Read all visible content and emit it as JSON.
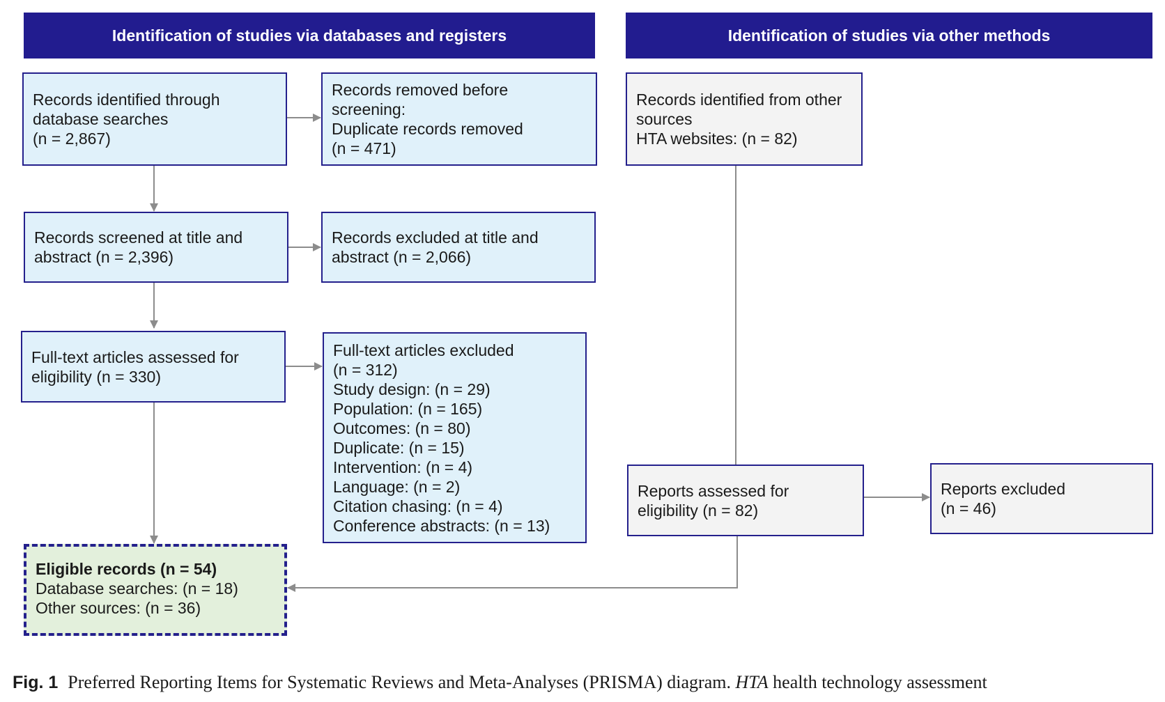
{
  "headers": {
    "left": "Identification of studies via databases and registers",
    "right": "Identification of studies via other methods"
  },
  "boxes": {
    "records_identified": [
      "Records identified through",
      "database searches",
      "(n = 2,867)"
    ],
    "records_removed": [
      "Records removed before",
      "screening:",
      "Duplicate records removed",
      "(n = 471)"
    ],
    "records_screened": [
      "Records screened at title and",
      "abstract (n = 2,396)"
    ],
    "records_excluded": [
      "Records excluded at title and",
      "abstract (n = 2,066)"
    ],
    "fulltext_assessed": [
      "Full-text articles assessed for",
      "eligibility (n = 330)"
    ],
    "fulltext_excluded": [
      "Full-text articles excluded",
      "(n = 312)",
      "Study design: (n = 29)",
      "Population: (n = 165)",
      "Outcomes: (n = 80)",
      "Duplicate: (n = 15)",
      "Intervention: (n = 4)",
      "Language: (n = 2)",
      "Citation chasing: (n = 4)",
      "Conference abstracts: (n = 13)"
    ],
    "eligible_records": {
      "title": "Eligible records (n = 54)",
      "lines": [
        "Database searches: (n = 18)",
        "Other sources: (n = 36)"
      ]
    },
    "other_sources": [
      "Records identified from other",
      "sources",
      "HTA websites: (n = 82)"
    ],
    "reports_assessed": [
      "Reports assessed for",
      "eligibility (n = 82)"
    ],
    "reports_excluded": [
      "Reports excluded",
      "(n = 46)"
    ]
  },
  "caption": {
    "label": "Fig. 1",
    "text_before": "Preferred Reporting Items for Systematic Reviews and Meta-Analyses (PRISMA) diagram. ",
    "abbr": "HTA",
    "text_after": " health technology assessment"
  },
  "colors": {
    "header": "#221c8f",
    "border": "#24208c",
    "blue_box": "#e0f1fa",
    "grey_box": "#f3f3f3",
    "green_box": "#e3f0dc",
    "connector": "#8c8c8c"
  }
}
